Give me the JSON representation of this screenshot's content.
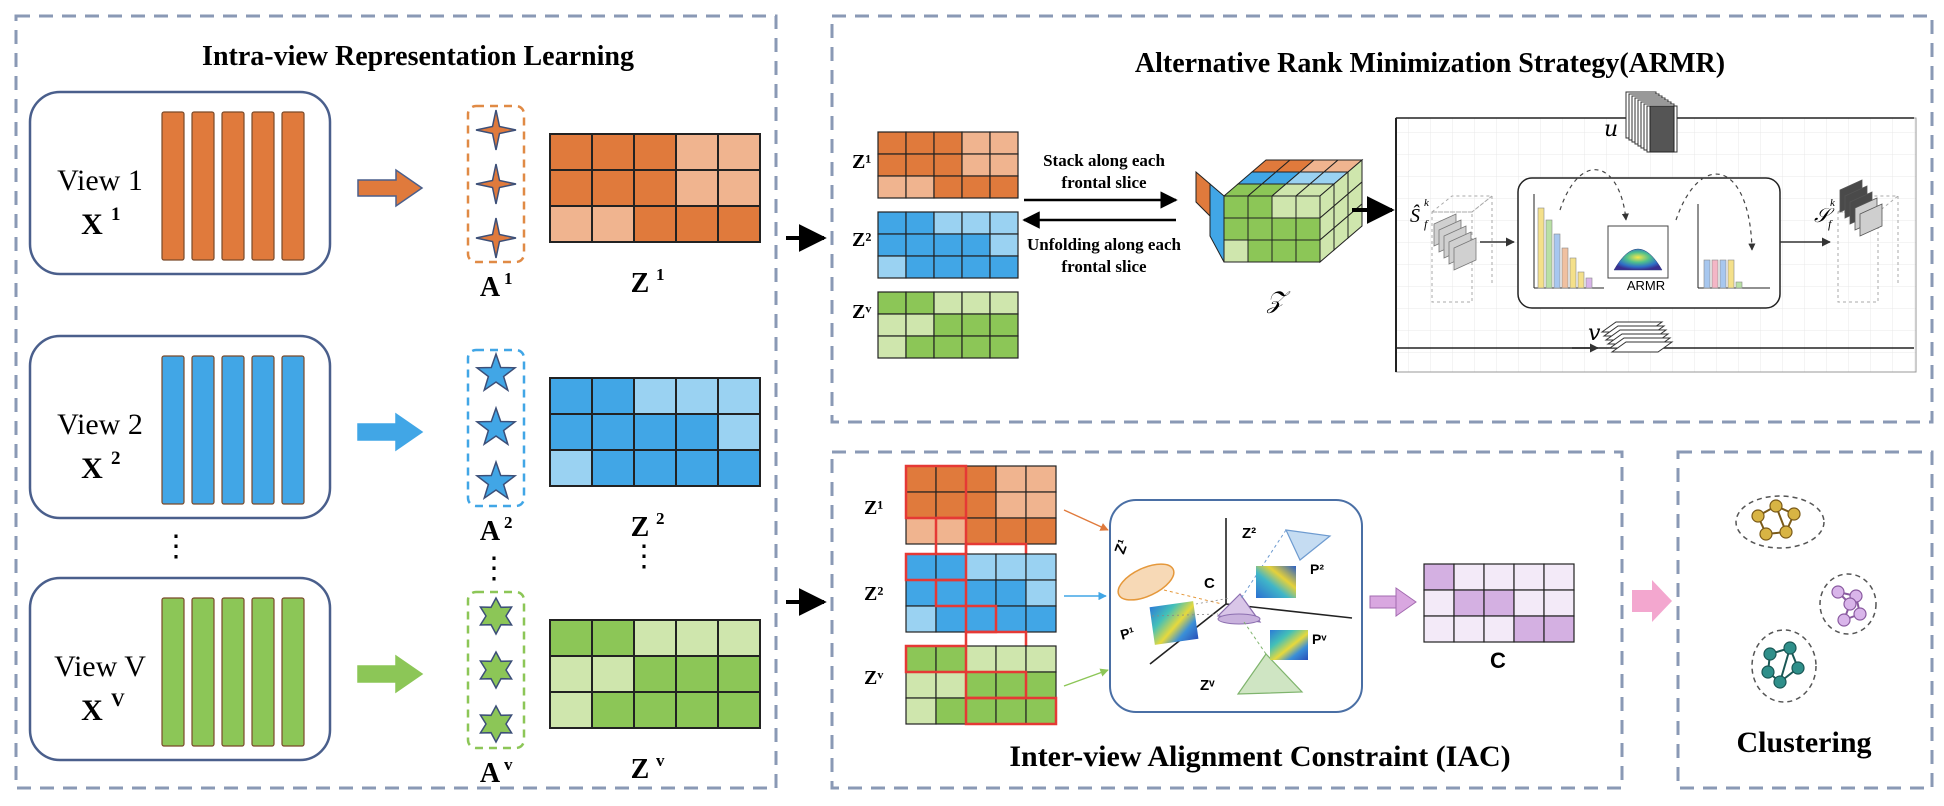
{
  "panels": {
    "intra": {
      "title": "Intra-view Representation Learning"
    },
    "armr": {
      "title": "Alternative Rank Minimization Strategy(ARMR)"
    },
    "iac": {
      "title": "Inter-view Alignment Constraint (IAC)"
    },
    "clustering": {
      "title": "Clustering"
    }
  },
  "views": [
    {
      "name": "View 1",
      "data": "X",
      "sup": "1",
      "anchor": "A",
      "anchor_sup": "1",
      "rep": "Z",
      "rep_sup": "1"
    },
    {
      "name": "View 2",
      "data": "X",
      "sup": "2",
      "anchor": "A",
      "anchor_sup": "2",
      "rep": "Z",
      "rep_sup": "2"
    },
    {
      "name": "View V",
      "data": "X",
      "sup": "V",
      "anchor": "A",
      "anchor_sup": "v",
      "rep": "Z",
      "rep_sup": "v"
    }
  ],
  "ellipsis": "⋮",
  "armr": {
    "z_labels": [
      "Z¹",
      "Z²",
      "Zᵛ"
    ],
    "stack_text_1": "Stack along each",
    "stack_text_2": "frontal slice",
    "unfold_text_1": "Unfolding along each",
    "unfold_text_2": "frontal slice",
    "tensor_label": "𝒵",
    "u_label": "𝑢",
    "v_label": "𝑣",
    "s_hat": "Ŝ",
    "s_hat_sub": "f",
    "s_hat_sup": "k",
    "s_out": "𝒮",
    "s_out_sub": "f",
    "s_out_sup": "k",
    "armr_label": "ARMR"
  },
  "iac": {
    "z_labels": [
      "Z¹",
      "Z²",
      "Zᵛ"
    ],
    "space_z1": "Z¹",
    "space_z2": "Z²",
    "space_zv": "Zᵛ",
    "space_c": "C",
    "p1": "P¹",
    "p2": "P²",
    "pv": "Pᵛ",
    "c_label": "C"
  },
  "colors": {
    "orange_dark": "#e07a3c",
    "orange_light": "#f0b48f",
    "blue_dark": "#41a6e6",
    "blue_light": "#9ad2f2",
    "green_dark": "#8cc657",
    "green_light": "#cfe6ad",
    "purple_dark": "#d4b0e2",
    "purple_light": "#f3eaf8",
    "panel_border": "#8a99b5",
    "arrow_pink": "#f3a7cf"
  }
}
